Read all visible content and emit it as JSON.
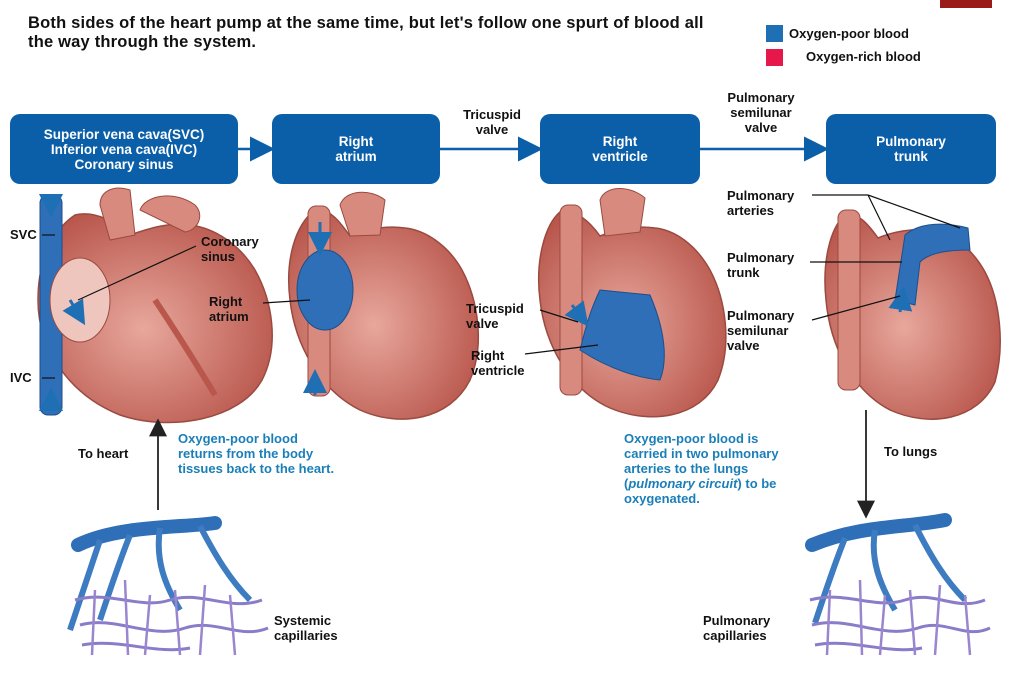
{
  "intro_text": "Both sides of the heart pump at the same time, but let's follow one spurt of blood all the way through the system.",
  "legend": [
    {
      "label": "Oxygen-poor blood",
      "color": "#1f6fb5"
    },
    {
      "label": "Oxygen-rich blood",
      "color": "#e5174b"
    }
  ],
  "flow": {
    "boxes": [
      {
        "lines": [
          "Superior vena cava(SVC)",
          "Inferior vena cava(IVC)",
          "Coronary sinus"
        ]
      },
      {
        "lines": [
          "Right",
          "atrium"
        ]
      },
      {
        "lines": [
          "Right",
          "ventricle"
        ]
      },
      {
        "lines": [
          "Pulmonary",
          "trunk"
        ]
      }
    ],
    "valves": [
      "Tricuspid\nvalve",
      "Pulmonary\nsemilunar\nvalve"
    ]
  },
  "panel1": {
    "svc": "SVC",
    "ivc": "IVC",
    "coronary_sinus": "Coronary\nsinus",
    "right_atrium": "Right\natrium"
  },
  "panel3": {
    "tricuspid_valve": "Tricuspid\nvalve",
    "right_ventricle": "Right\nventricle"
  },
  "panel4": {
    "pulmonary_arteries": "Pulmonary\narteries",
    "pulmonary_trunk": "Pulmonary\ntrunk",
    "pulmonary_semilunar_valve": "Pulmonary\nsemilunar\nvalve"
  },
  "bottom": {
    "to_heart": "To heart",
    "to_lungs": "To lungs",
    "systemic_note": "Oxygen-poor blood\nreturns from the body\ntissues back to the heart.",
    "pulmonary_note_before": "Oxygen-poor blood is\ncarried in two pulmonary\narteries to the lungs\n(",
    "pulmonary_note_italic": "pulmonary circuit",
    "pulmonary_note_after": ") to be\noxygenated.",
    "systemic_capillaries": "Systemic\ncapillaries",
    "pulmonary_capillaries": "Pulmonary\ncapillaries"
  },
  "colors": {
    "box": "#0b5fa8",
    "note": "#1a7fb8",
    "heart": "#c9695f",
    "vessel_blue": "#2f6fb8"
  }
}
